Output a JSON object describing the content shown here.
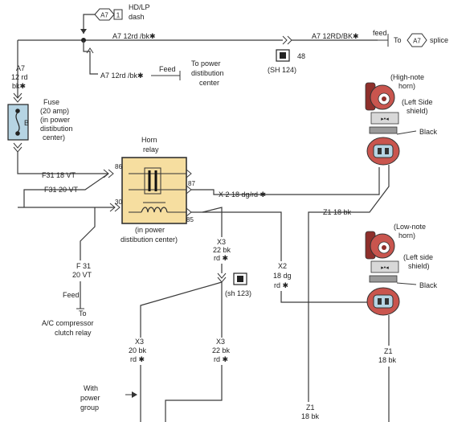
{
  "colors": {
    "wire": "#3a3a3a",
    "relay_box": "#f6dea0",
    "horn_body": "#c9554e",
    "horn_shade": "#8e2f2b",
    "connector_bg": "#b6d4e3",
    "fuse_bg": "#b6d4e3"
  },
  "top": {
    "dash_ref": "A7",
    "dash_ref_num": "1",
    "dash_label_1": "HD/LP",
    "dash_label_2": "dash",
    "main_wire": "A7 12rd /bk✱",
    "right_wire": "A7 12RD/BK✱",
    "feed": "feed",
    "to_label": "To",
    "splice_ref": "A7",
    "splice_label": "splice",
    "branch_wire": "A7 12rd /bk✱",
    "branch_feed": "Feed",
    "power_dist_1": "To power",
    "power_dist_2": "distibution",
    "power_dist_3": "center",
    "conn48_num": "48",
    "conn48_sheet": "(SH 124)"
  },
  "left": {
    "a7_1": "A7",
    "a7_2": "12 rd",
    "a7_3": "bk✱",
    "fuse_1": "Fuse",
    "fuse_2": "(20 amp)",
    "fuse_3": "(in power",
    "fuse_4": "distibution",
    "fuse_5": "center)",
    "fuse_letter": "B",
    "f31_18": "F31 18 VT",
    "f31_20": "F31 20 VT",
    "f31_v1": "F 31",
    "f31_v2": "20 VT",
    "feed": "Feed",
    "ac_1": "To",
    "ac_2": "A/C compressor",
    "ac_3": "clutch relay"
  },
  "relay": {
    "title_1": "Horn",
    "title_2": "relay",
    "pin_86": "86",
    "pin_87": "87",
    "pin_30": "30",
    "pin_85": "85",
    "sub_1": "(in power",
    "sub_2": "distibution center)"
  },
  "center": {
    "x2_wire": "X 2 18 dg/rd ✱",
    "x3_1": "X3",
    "x3_2": "22 bk",
    "x3_3": "rd ✱",
    "sh123": "(sh 123)",
    "x2_1": "X2",
    "x2_2": "18 dg",
    "x2_3": "rd ✱",
    "x3a_1": "X3",
    "x3a_2": "20 bk",
    "x3a_3": "rd ✱",
    "x3b_1": "X3",
    "x3b_2": "22 bk",
    "x3b_3": "rd ✱",
    "pg_1": "With",
    "pg_2": "power",
    "pg_3": "group"
  },
  "right": {
    "high_1": "(High-note",
    "high_2": "horn)",
    "left_side_1": "(Left Side",
    "left_side_2": "shield)",
    "black_top": "Black",
    "z1_wire": "Z1 18 bk",
    "low_1": "(Low-note",
    "low_2": "horn)",
    "left_side_3": "(Left side",
    "left_side_4": "shield)",
    "black_bottom": "Black",
    "z1_r1": "Z1",
    "z1_r2": "18 bk",
    "z1_b1": "Z1",
    "z1_b2": "18 bk"
  }
}
